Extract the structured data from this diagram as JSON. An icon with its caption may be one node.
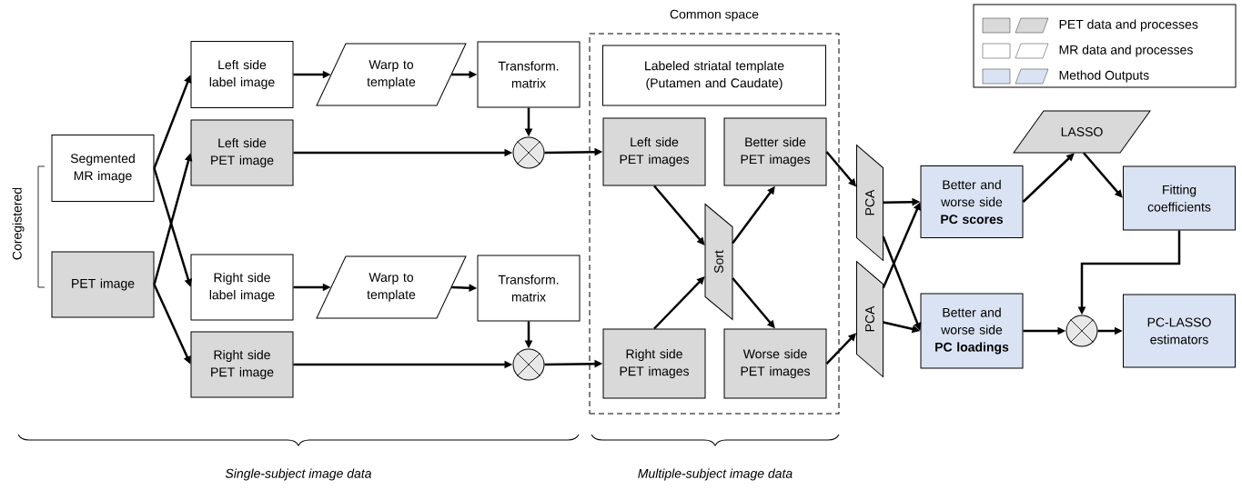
{
  "diagram": {
    "nodes": [
      {
        "text": [
          "Segmented MR image"
        ]
      },
      {
        "text": [
          "PET image"
        ]
      },
      {
        "text": [
          "Left side label image"
        ]
      },
      {
        "text": [
          "Left side PET image"
        ]
      },
      {
        "text": [
          "Right side label image"
        ]
      },
      {
        "text": [
          "Right side PET image"
        ]
      },
      {
        "text": [
          "Warp to template"
        ]
      },
      {
        "text": [
          "Transform. matrix"
        ]
      },
      {
        "text": [],
        "shape": "circle"
      },
      {
        "text": [
          "Warp to template"
        ]
      },
      {
        "text": [
          "Transform. matrix"
        ]
      },
      {
        "text": [],
        "shape": "circle"
      },
      {
        "text": [
          "Common space"
        ]
      },
      {
        "text": [
          "Labeled striatal template (Putamen and Caudate)"
        ],
        "in": 12
      },
      {
        "text": [
          "Left side PET images"
        ],
        "in": 12
      },
      {
        "text": [
          "Better side PET images"
        ],
        "in": 12
      },
      {
        "text": [
          "Sort"
        ],
        "in": 12
      },
      {
        "text": [
          "Right side PET images"
        ],
        "in": 12
      },
      {
        "text": [
          "Worse side PET images"
        ],
        "in": 12
      },
      {
        "text": [
          "PCA"
        ]
      },
      {
        "text": [
          "PCA"
        ]
      },
      {
        "text": [
          "Better and worse side **PC scores**"
        ]
      },
      {
        "text": [
          "Better and worse side **PC loadings**"
        ]
      },
      {
        "text": [
          "LASSO"
        ]
      },
      {
        "text": [
          "Fitting coefficients"
        ]
      },
      {
        "text": [],
        "shape": "circle"
      },
      {
        "text": [
          "PC-LASSO estimators"
        ]
      }
    ],
    "edges": [
      {
        "from": 0,
        "to": 2,
        "arrow": "to"
      },
      {
        "from": 0,
        "to": 4,
        "arrow": "to"
      },
      {
        "from": 1,
        "to": 3,
        "arrow": "to"
      },
      {
        "from": 1,
        "to": 5,
        "arrow": "to"
      },
      {
        "from": 2,
        "to": 6,
        "arrow": "to"
      },
      {
        "from": 6,
        "to": 7,
        "arrow": "to"
      },
      {
        "from": 7,
        "to": 8,
        "arrow": "to"
      },
      {
        "from": 3,
        "to": 8,
        "arrow": "to"
      },
      {
        "from": 8,
        "to": 14,
        "arrow": "to"
      },
      {
        "from": 4,
        "to": 9,
        "arrow": "to"
      },
      {
        "from": 9,
        "to": 10,
        "arrow": "to"
      },
      {
        "from": 10,
        "to": 11,
        "arrow": "to"
      },
      {
        "from": 5,
        "to": 11,
        "arrow": "to"
      },
      {
        "from": 11,
        "to": 17,
        "arrow": "to"
      },
      {
        "from": 14,
        "to": 16,
        "arrow": "to"
      },
      {
        "from": 17,
        "to": 16,
        "arrow": "to"
      },
      {
        "from": 16,
        "to": 15,
        "arrow": "to"
      },
      {
        "from": 16,
        "to": 18,
        "arrow": "to"
      },
      {
        "from": 15,
        "to": 19,
        "arrow": "to"
      },
      {
        "from": 18,
        "to": 20,
        "arrow": "to"
      },
      {
        "from": 19,
        "to": 21,
        "arrow": "to"
      },
      {
        "from": 19,
        "to": 22,
        "arrow": "to"
      },
      {
        "from": 20,
        "to": 21,
        "arrow": "to"
      },
      {
        "from": 20,
        "to": 22,
        "arrow": "to"
      },
      {
        "from": 21,
        "to": 23,
        "arrow": "to"
      },
      {
        "from": 23,
        "to": 24,
        "arrow": "to"
      },
      {
        "from": 24,
        "to": 25,
        "arrow": "to"
      },
      {
        "from": 22,
        "to": 25,
        "arrow": "to"
      },
      {
        "from": 25,
        "to": 26,
        "arrow": "to"
      }
    ],
    "labels": [
      "Coregistered",
      "Single-subject image data",
      "Multiple-subject image data"
    ],
    "legend": [
      {
        "text": "PET data and processes",
        "color": "#d9d9d9"
      },
      {
        "text": "MR data and processes"
      },
      {
        "text": "Method Outputs",
        "color": "#dae3f3"
      }
    ]
  }
}
